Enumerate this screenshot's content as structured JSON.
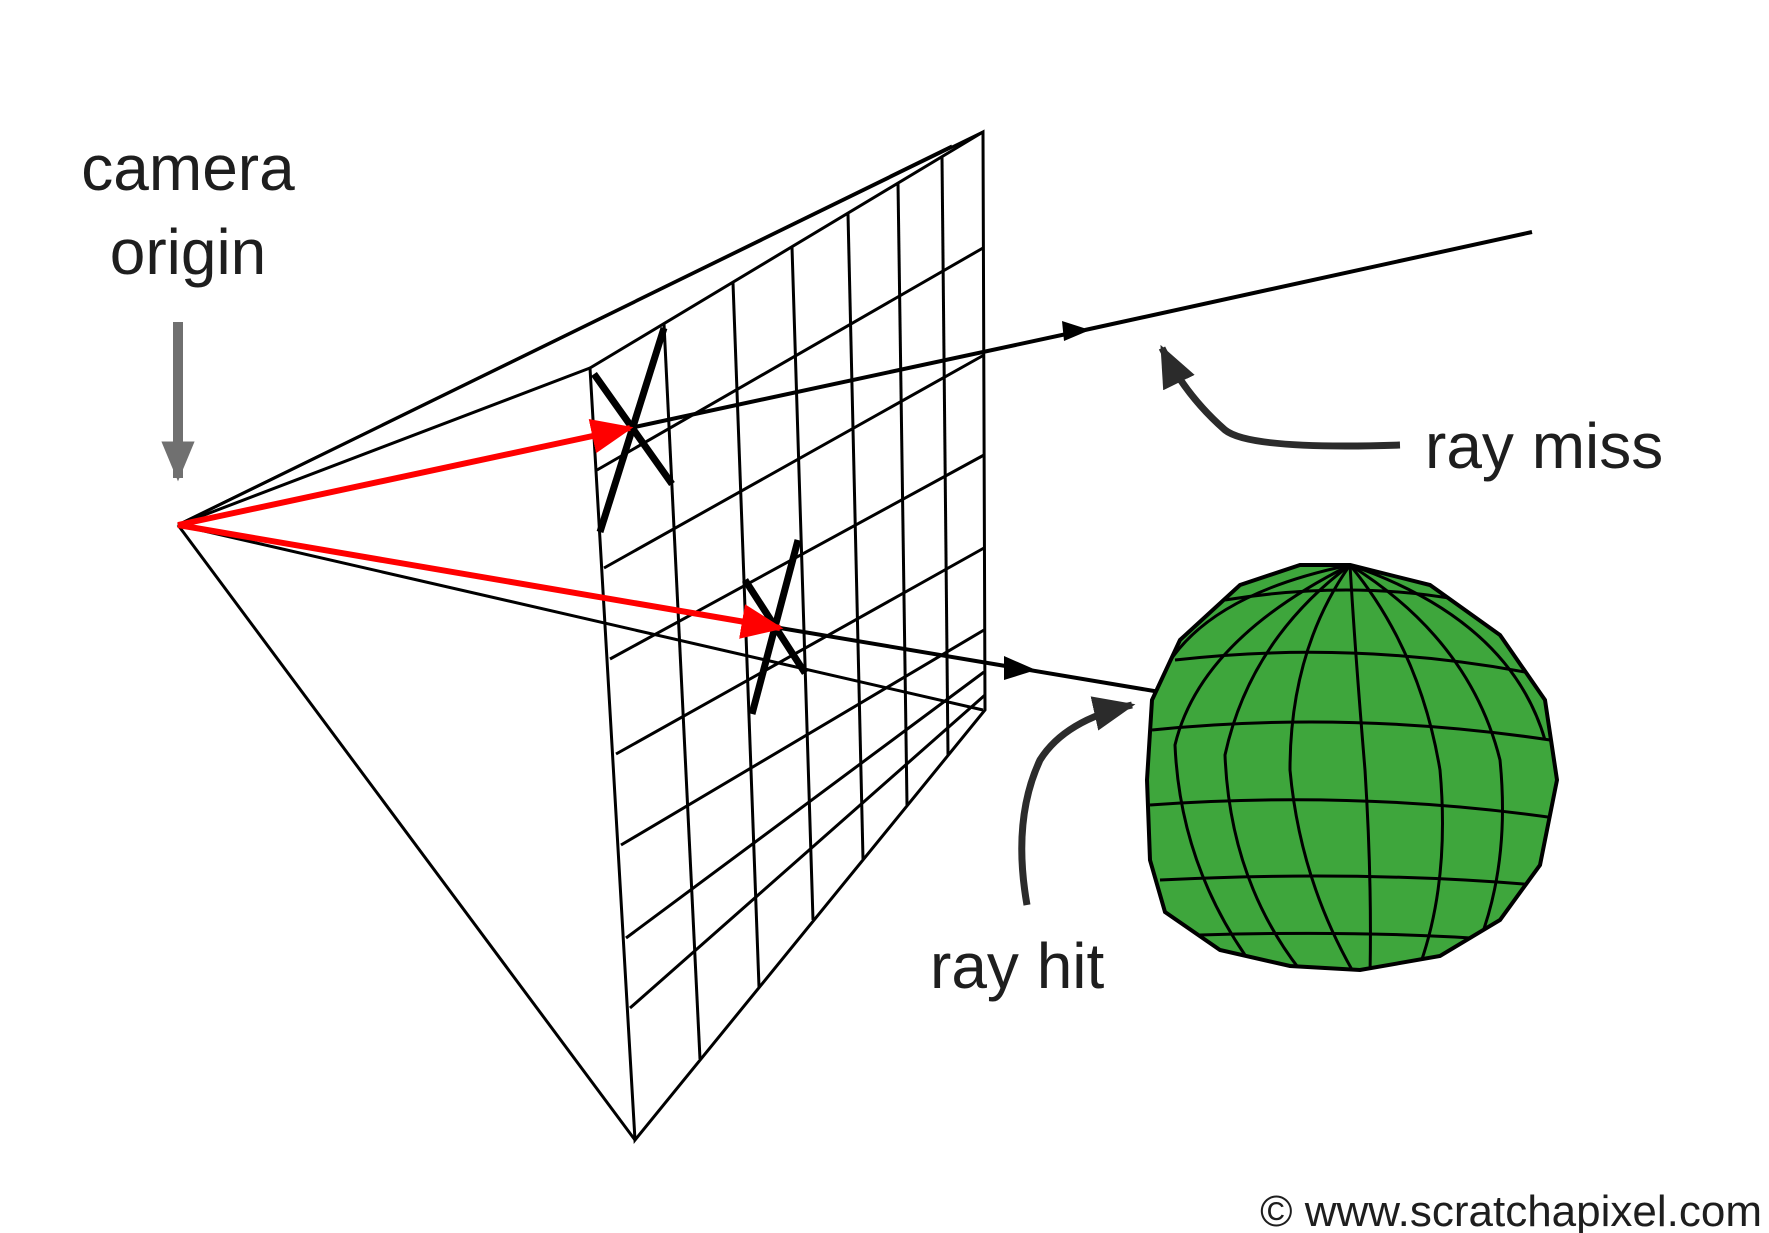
{
  "labels": {
    "camera_line1": "camera",
    "camera_line2": "origin",
    "ray_miss": "ray miss",
    "ray_hit": "ray hit",
    "credit": "© www.scratchapixel.com"
  },
  "colors": {
    "background": "#ffffff",
    "line": "#000000",
    "primary_ray": "#ff0000",
    "pointer_arrow": "#707070",
    "callout_arrow": "#2b2b2b",
    "sphere_fill": "#3ea63c"
  },
  "icons": {
    "camera_pointer": "down-arrow-icon",
    "miss_callout": "curved-arrow-icon",
    "hit_callout": "curved-arrow-icon"
  }
}
